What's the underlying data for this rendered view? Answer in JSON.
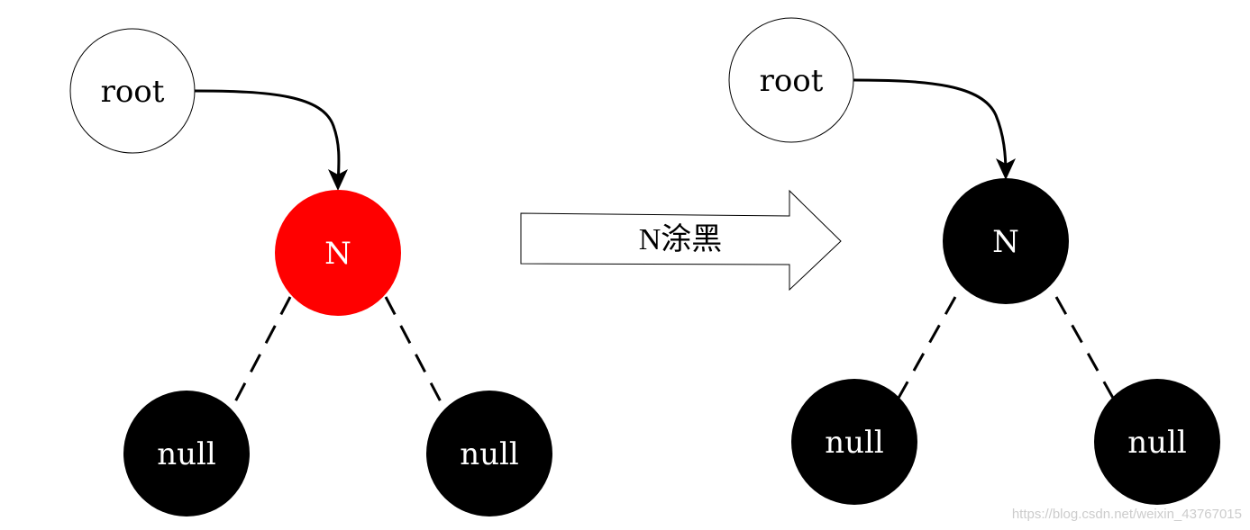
{
  "colors": {
    "red_node": "#ff0000",
    "black_node": "#000000",
    "white_node": "#ffffff",
    "stroke": "#000000"
  },
  "before": {
    "root_label": "root",
    "n_label": "N",
    "n_color": "red",
    "left_null_label": "null",
    "right_null_label": "null"
  },
  "transition": {
    "label": "N涂黑"
  },
  "after": {
    "root_label": "root",
    "n_label": "N",
    "n_color": "black",
    "left_null_label": "null",
    "right_null_label": "null"
  },
  "watermark": "https://blog.csdn.net/weixin_43767015"
}
